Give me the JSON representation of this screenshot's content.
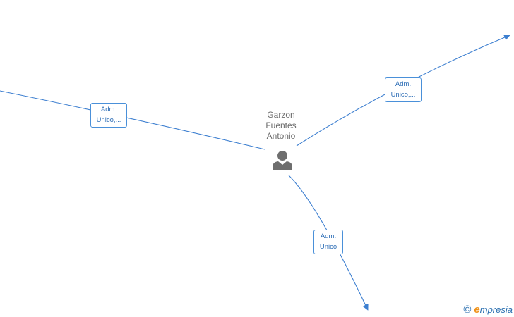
{
  "person": {
    "name_lines": [
      "Garzon",
      "Fuentes",
      "Antonio"
    ],
    "icon": "person-icon"
  },
  "edges": [
    {
      "id": "left",
      "label_lines": [
        "Adm.",
        "Unico,..."
      ],
      "direction": "incoming"
    },
    {
      "id": "right",
      "label_lines": [
        "Adm.",
        "Unico,..."
      ],
      "direction": "outgoing"
    },
    {
      "id": "down",
      "label_lines": [
        "Adm.",
        "Unico"
      ],
      "direction": "outgoing"
    }
  ],
  "watermark": {
    "copyright_symbol": "©",
    "brand_first_letter": "e",
    "brand_rest": "mpresia"
  },
  "colors": {
    "edge": "#3d7fd0",
    "label_border": "#4a90d9",
    "label_text": "#2f6fb7",
    "name_text": "#6b6b6b",
    "icon": "#6e6e6e",
    "brand_accent": "#f0921a"
  }
}
